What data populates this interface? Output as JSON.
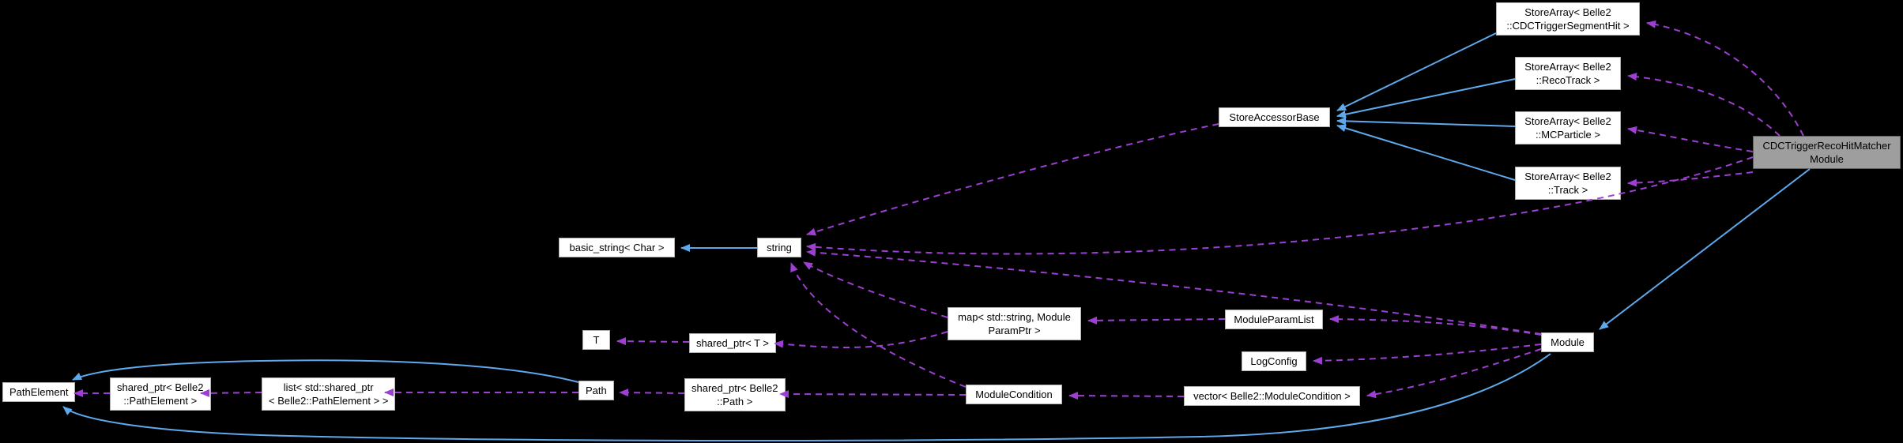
{
  "diagram": {
    "type": "doxygen-collaboration-graph",
    "highlighted_node": "CDCTriggerRecoHitMatcherModule",
    "colors": {
      "background": "#000000",
      "inheritance_edge": "#5ea9ec",
      "usage_edge": "#9d3fd3",
      "node_fill": "#ffffff",
      "node_border": "#b0b0b0",
      "node_text": "#000000",
      "highlight_fill": "#9e9e9e",
      "highlight_border": "#5f5f5f"
    },
    "nodes": {
      "sa_segment_hit": {
        "line1": "StoreArray< Belle2",
        "line2": "::CDCTriggerSegmentHit >"
      },
      "sa_reco_track": {
        "line1": "StoreArray< Belle2",
        "line2": "::RecoTrack >"
      },
      "sa_mc_particle": {
        "line1": "StoreArray< Belle2",
        "line2": "::MCParticle >"
      },
      "sa_track": {
        "line1": "StoreArray< Belle2",
        "line2": "::Track >"
      },
      "store_accessor_base": {
        "line1": "StoreAccessorBase"
      },
      "main_module": {
        "line1": "CDCTriggerRecoHitMatcher",
        "line2": "Module"
      },
      "basic_string": {
        "line1": "basic_string< Char >"
      },
      "string": {
        "line1": "string"
      },
      "map_param": {
        "line1": "map< std::string, Module",
        "line2": "ParamPtr >"
      },
      "module_param_list": {
        "line1": "ModuleParamList"
      },
      "log_config": {
        "line1": "LogConfig"
      },
      "module": {
        "line1": "Module"
      },
      "t": {
        "line1": "T"
      },
      "shared_ptr_t": {
        "line1": "shared_ptr< T >"
      },
      "path_element": {
        "line1": "PathElement"
      },
      "shared_ptr_path_element": {
        "line1": "shared_ptr< Belle2",
        "line2": "::PathElement >"
      },
      "list_shared_ptr_path_element": {
        "line1": "list< std::shared_ptr",
        "line2": "< Belle2::PathElement > >"
      },
      "path": {
        "line1": "Path"
      },
      "shared_ptr_path": {
        "line1": "shared_ptr< Belle2",
        "line2": "::Path >"
      },
      "module_condition": {
        "line1": "ModuleCondition"
      },
      "vector_module_condition": {
        "line1": "vector< Belle2::ModuleCondition >"
      }
    },
    "edges": [
      {
        "from": "StoreArray< Belle2::CDCTriggerSegmentHit >",
        "to": "StoreAccessorBase",
        "type": "inheritance"
      },
      {
        "from": "StoreArray< Belle2::RecoTrack >",
        "to": "StoreAccessorBase",
        "type": "inheritance"
      },
      {
        "from": "StoreArray< Belle2::MCParticle >",
        "to": "StoreAccessorBase",
        "type": "inheritance"
      },
      {
        "from": "StoreArray< Belle2::Track >",
        "to": "StoreAccessorBase",
        "type": "inheritance"
      },
      {
        "from": "string",
        "to": "basic_string< Char >",
        "type": "inheritance"
      },
      {
        "from": "CDCTriggerRecoHitMatcherModule",
        "to": "Module",
        "type": "inheritance"
      },
      {
        "from": "Module",
        "to": "PathElement",
        "type": "inheritance"
      },
      {
        "from": "Path",
        "to": "PathElement",
        "type": "inheritance"
      },
      {
        "from": "StoreAccessorBase",
        "to": "string",
        "type": "usage"
      },
      {
        "from": "CDCTriggerRecoHitMatcherModule",
        "to": "string",
        "type": "usage"
      },
      {
        "from": "Module",
        "to": "string",
        "type": "usage"
      },
      {
        "from": "map< std::string, ModuleParamPtr >",
        "to": "string",
        "type": "usage"
      },
      {
        "from": "ModuleCondition",
        "to": "string",
        "type": "usage"
      },
      {
        "from": "CDCTriggerRecoHitMatcherModule",
        "to": "StoreArray< Belle2::CDCTriggerSegmentHit >",
        "type": "usage"
      },
      {
        "from": "CDCTriggerRecoHitMatcherModule",
        "to": "StoreArray< Belle2::RecoTrack >",
        "type": "usage"
      },
      {
        "from": "CDCTriggerRecoHitMatcherModule",
        "to": "StoreArray< Belle2::MCParticle >",
        "type": "usage"
      },
      {
        "from": "CDCTriggerRecoHitMatcherModule",
        "to": "StoreArray< Belle2::Track >",
        "type": "usage"
      },
      {
        "from": "Module",
        "to": "ModuleParamList",
        "type": "usage"
      },
      {
        "from": "Module",
        "to": "LogConfig",
        "type": "usage"
      },
      {
        "from": "Module",
        "to": "vector< Belle2::ModuleCondition >",
        "type": "usage"
      },
      {
        "from": "ModuleParamList",
        "to": "map< std::string, ModuleParamPtr >",
        "type": "usage"
      },
      {
        "from": "map< std::string, ModuleParamPtr >",
        "to": "shared_ptr< T >",
        "type": "usage"
      },
      {
        "from": "shared_ptr< T >",
        "to": "T",
        "type": "usage"
      },
      {
        "from": "vector< Belle2::ModuleCondition >",
        "to": "ModuleCondition",
        "type": "usage"
      },
      {
        "from": "ModuleCondition",
        "to": "shared_ptr< Belle2::Path >",
        "type": "usage"
      },
      {
        "from": "shared_ptr< Belle2::Path >",
        "to": "Path",
        "type": "usage"
      },
      {
        "from": "Path",
        "to": "list< std::shared_ptr< Belle2::PathElement > >",
        "type": "usage"
      },
      {
        "from": "list< std::shared_ptr< Belle2::PathElement > >",
        "to": "shared_ptr< Belle2::PathElement >",
        "type": "usage"
      },
      {
        "from": "shared_ptr< Belle2::PathElement >",
        "to": "PathElement",
        "type": "usage"
      }
    ]
  }
}
